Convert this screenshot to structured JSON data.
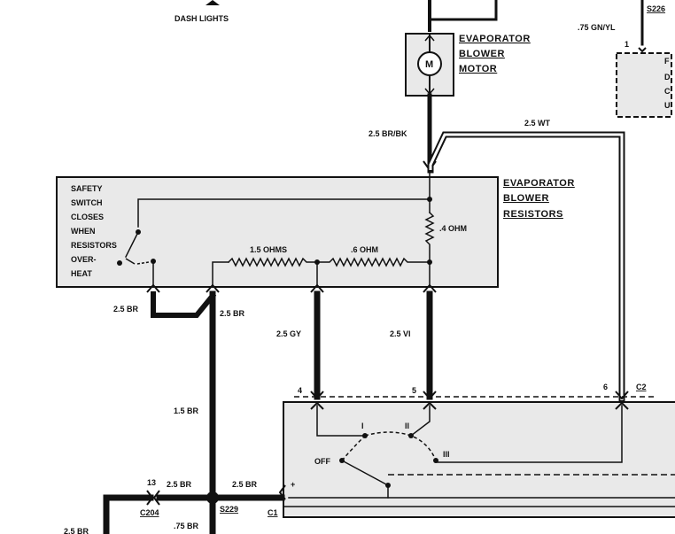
{
  "top": {
    "dash_lights": "DASH LIGHTS",
    "s226": "S226",
    "gn_yl": ".75 GN/YL",
    "pin1": "1"
  },
  "motor": {
    "title_lines": [
      "EVAPORATOR",
      "BLOWER",
      "MOTOR"
    ],
    "symbol": "M"
  },
  "wires": {
    "br_bk": "2.5 BR/BK",
    "wt": "2.5 WT",
    "br_left": "2.5 BR",
    "br_mid": "2.5 BR",
    "gy": "2.5 GY",
    "vi": "2.5 VI",
    "br_15": "1.5 BR",
    "br_c204": "2.5 BR",
    "br_c1": "2.5 BR",
    "br_075": ".75 BR",
    "br_bottom": "2.5 BR"
  },
  "resistors": {
    "title_lines": [
      "EVAPORATOR",
      "BLOWER",
      "RESISTORS"
    ],
    "safety_lines": [
      "SAFETY",
      "SWITCH",
      "CLOSES",
      "WHEN",
      "RESISTORS",
      "OVER-",
      "HEAT"
    ],
    "r1": "1.5 OHMS",
    "r2": ".6 OHM",
    "r3": ".4 OHM"
  },
  "switch": {
    "pin4": "4",
    "pin5": "5",
    "pin6": "6",
    "c2": "C2",
    "c1": "C1",
    "pos_i": "I",
    "pos_ii": "II",
    "pos_iii": "III",
    "off": "OFF"
  },
  "splice": {
    "c204": "C204",
    "pin13": "13",
    "s229": "S229"
  },
  "right_box": {
    "letters": [
      "F",
      "D",
      "C",
      "U"
    ]
  }
}
